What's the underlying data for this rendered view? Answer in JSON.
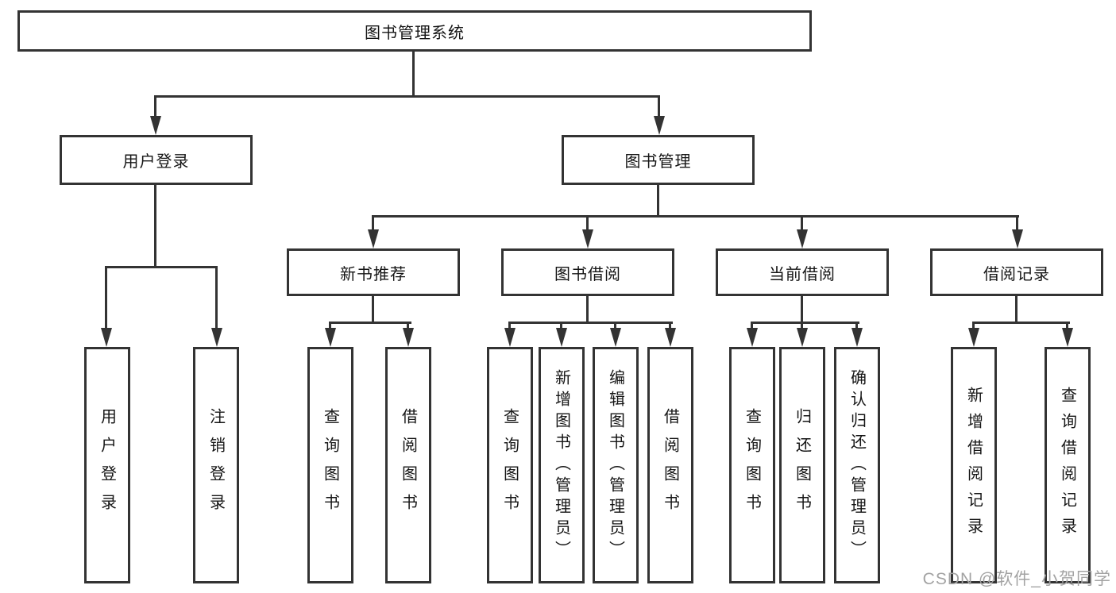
{
  "diagram": {
    "root": {
      "label": "图书管理系统"
    },
    "level2": [
      {
        "label": "用户登录"
      },
      {
        "label": "图书管理"
      }
    ],
    "level3": [
      {
        "label": "新书推荐"
      },
      {
        "label": "图书借阅"
      },
      {
        "label": "当前借阅"
      },
      {
        "label": "借阅记录"
      }
    ],
    "leaves": [
      {
        "label": "用户登录"
      },
      {
        "label": "注销登录"
      },
      {
        "label": "查询图书"
      },
      {
        "label": "借阅图书"
      },
      {
        "label": "查询图书"
      },
      {
        "label": "新增图书（管理员）"
      },
      {
        "label": "编辑图书（管理员）"
      },
      {
        "label": "借阅图书"
      },
      {
        "label": "查询图书"
      },
      {
        "label": "归还图书"
      },
      {
        "label": "确认归还（管理员）"
      },
      {
        "label": "新增借阅记录"
      },
      {
        "label": "查询借阅记录"
      }
    ]
  },
  "watermark": {
    "text": "CSDN @软件_小贺同学"
  },
  "colors": {
    "line": "#333333",
    "text": "#151515",
    "watermark": "#a3a3a3",
    "background": "#ffffff"
  }
}
